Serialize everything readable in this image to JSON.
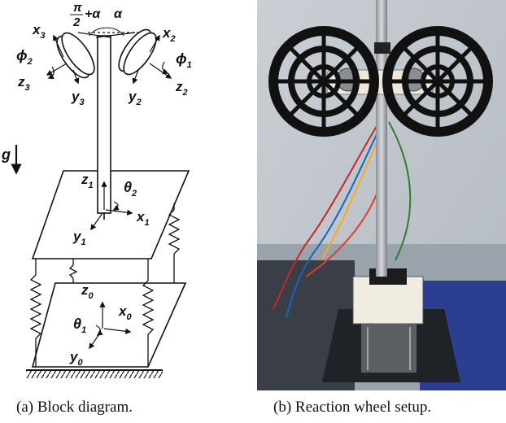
{
  "captions": {
    "a": "(a) Block diagram.",
    "b": "(b) Reaction wheel setup."
  },
  "diagram": {
    "angle_top": "π/2 + α",
    "angle_top_num": "π",
    "angle_top_den": "2",
    "angle_top_plus": "+α",
    "alpha": "α",
    "gravity": "g",
    "x3": "x",
    "x3_sub": "3",
    "y3": "y",
    "y3_sub": "3",
    "z3": "z",
    "z3_sub": "3",
    "x2": "x",
    "x2_sub": "2",
    "y2": "y",
    "y2_sub": "2",
    "z2": "z",
    "z2_sub": "2",
    "phi2": "ϕ",
    "phi2_sub": "2",
    "phi1": "ϕ",
    "phi1_sub": "1",
    "z1": "z",
    "z1_sub": "1",
    "x1": "x",
    "x1_sub": "1",
    "y1": "y",
    "y1_sub": "1",
    "theta2": "θ",
    "theta2_sub": "2",
    "z0": "z",
    "z0_sub": "0",
    "x0": "x",
    "x0_sub": "0",
    "y0": "y",
    "y0_sub": "0",
    "theta1": "θ",
    "theta1_sub": "1"
  }
}
